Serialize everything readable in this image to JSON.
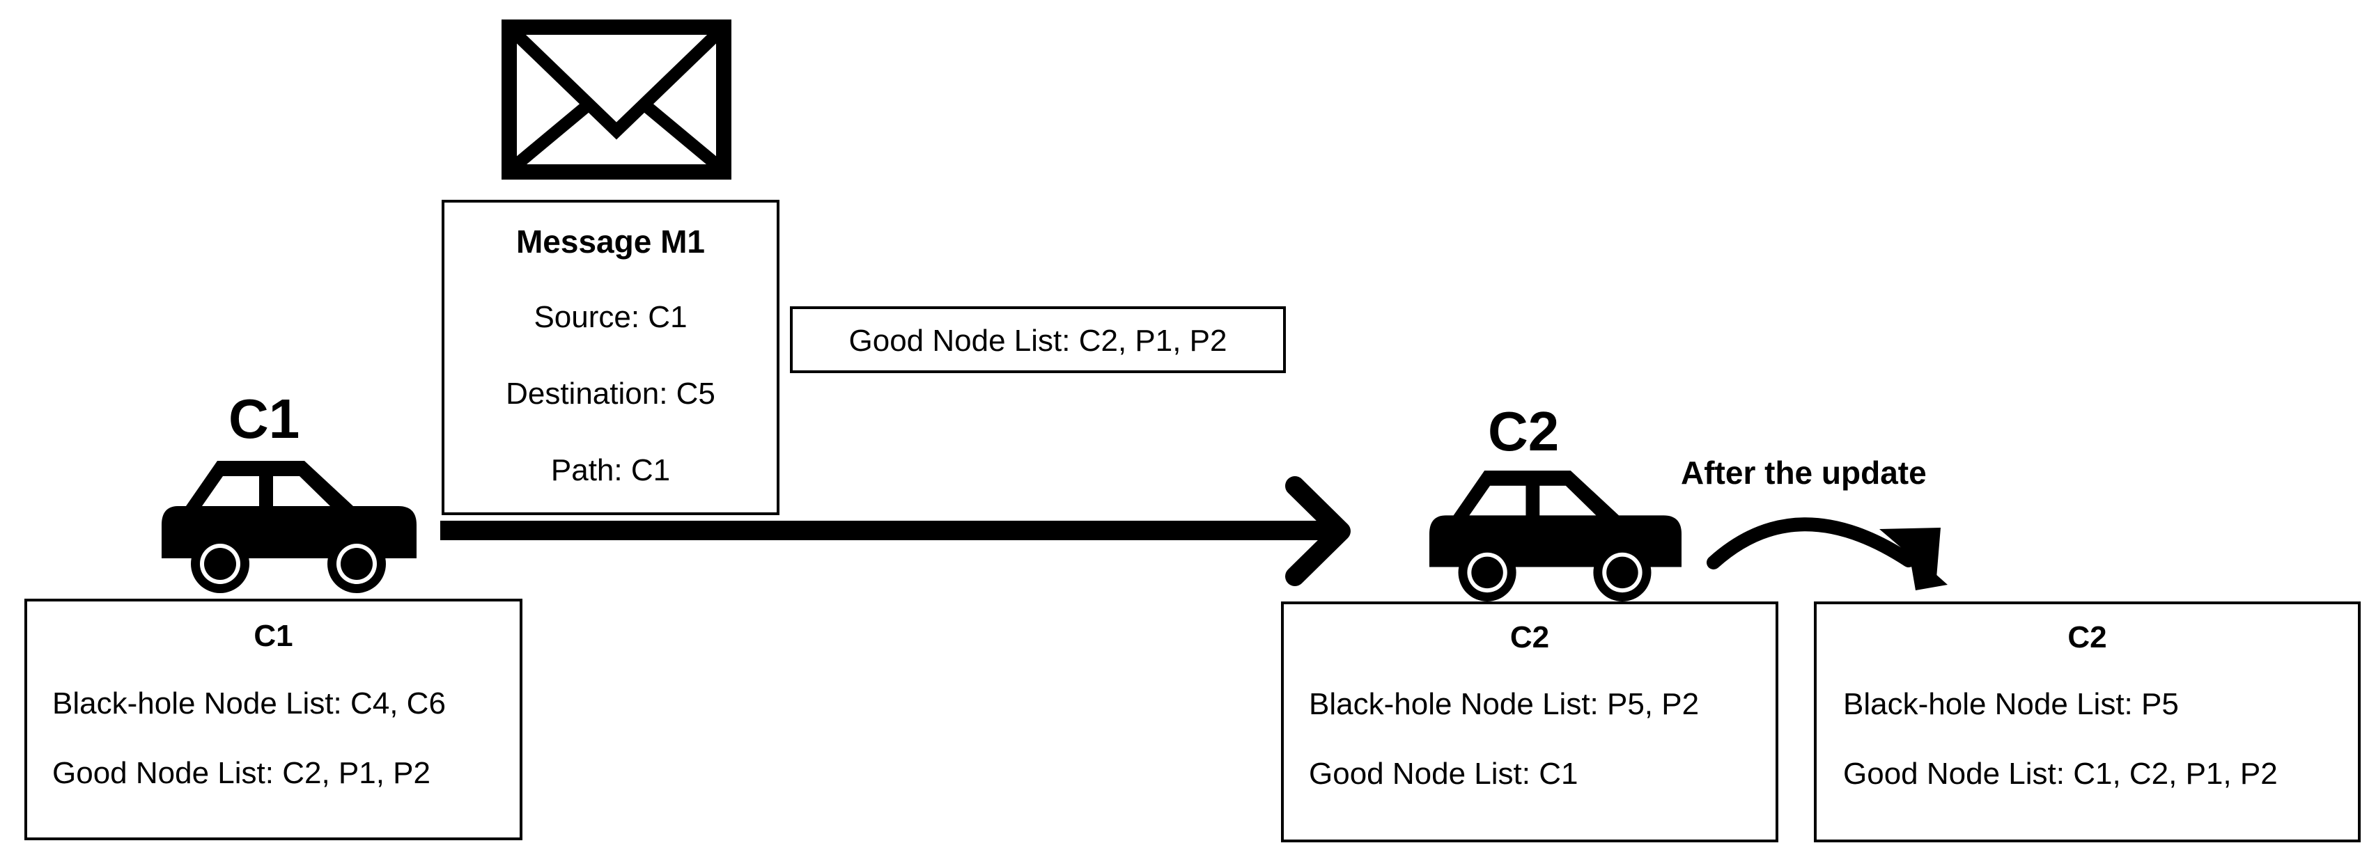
{
  "message": {
    "icon": "envelope-icon",
    "title": "Message M1",
    "source": "Source: C1",
    "destination": "Destination: C5",
    "path": "Path: C1"
  },
  "transit_list": "Good Node List: C2, P1, P2",
  "update_label": "After the update",
  "car_c1": {
    "label": "C1",
    "icon": "car-icon",
    "box": {
      "title": "C1",
      "blackhole": "Black-hole Node List: C4, C6",
      "good": "Good Node List: C2, P1, P2"
    }
  },
  "car_c2": {
    "label": "C2",
    "icon": "car-icon",
    "box": {
      "title": "C2",
      "blackhole": "Black-hole Node List: P5, P2",
      "good": "Good Node List: C1"
    }
  },
  "c2_updated": {
    "title": "C2",
    "blackhole": "Black-hole Node List: P5",
    "good": "Good Node List: C1, C2, P1, P2"
  },
  "colors": {
    "ink": "#000000",
    "background": "#ffffff"
  }
}
